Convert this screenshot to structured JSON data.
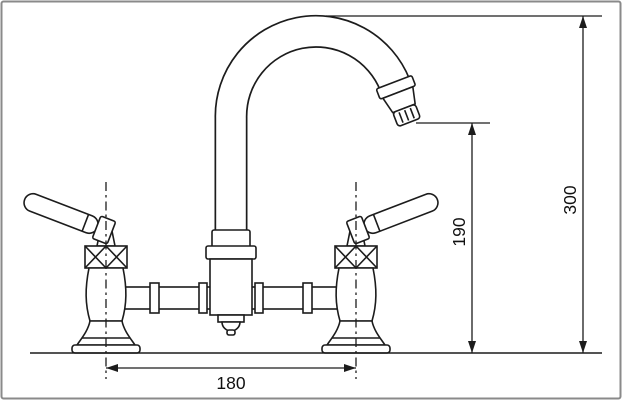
{
  "drawing": {
    "dimensions": {
      "overall_height": "300",
      "spout_outlet_height": "190",
      "tap_hole_centres": "180"
    },
    "colors": {
      "line": "#1c1c1c",
      "background": "#ffffff",
      "frame": "#8a8a8a"
    }
  }
}
